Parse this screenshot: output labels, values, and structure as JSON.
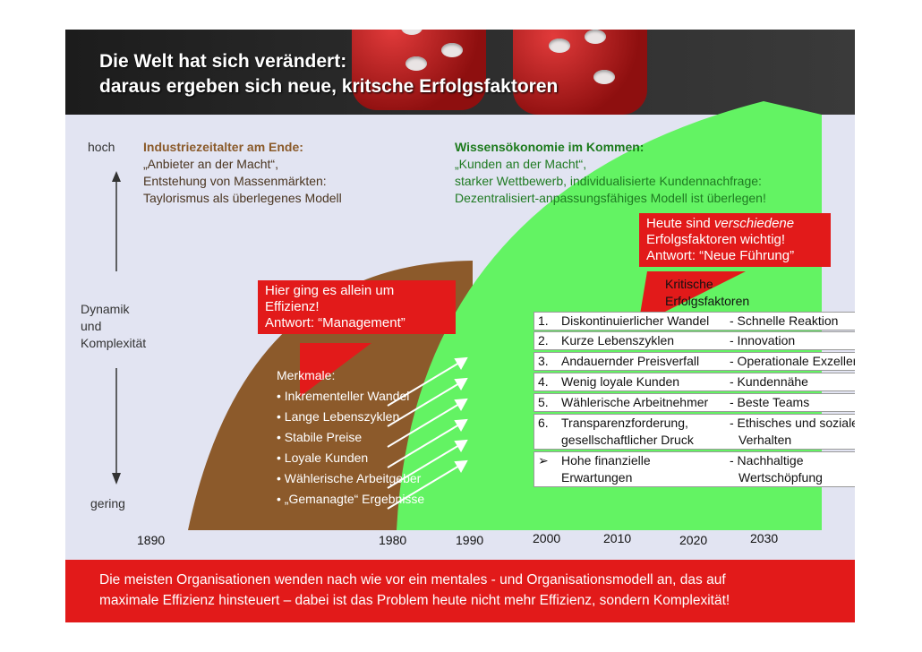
{
  "title_line1": "Die Welt hat sich verändert:",
  "title_line2": "daraus ergeben sich neue, kritsche Erfolgsfaktoren",
  "axis": {
    "top": "hoch",
    "middle1": "Dynamik",
    "middle2": "und",
    "middle3": "Komplexität",
    "bottom": "gering"
  },
  "industrial": {
    "heading": "Industriezeitalter am Ende:",
    "line1": "„Anbieter an der Macht“,",
    "line2": "Entstehung von Massenmärkten:",
    "line3": "Taylorismus als überlegenes Modell"
  },
  "knowledge": {
    "heading": "Wissensökonomie im Kommen:",
    "line1": "„Kunden an der Macht“,",
    "line2": "starker Wettbewerb, individualisierte Kundennachfrage:",
    "line3": "Dezentralisiert-anpassungsfähiges Modell ist überlegen!"
  },
  "callout_left": {
    "line1": "Hier ging es allein um",
    "line2": "Effizienz!",
    "line3": "Antwort: “Management”"
  },
  "callout_right": {
    "line1": "Heute sind ",
    "line1_em": "verschiedene",
    "line2": "Erfolgsfaktoren wichtig!",
    "line3": "Antwort: “Neue Führung”"
  },
  "merkmale": {
    "heading": "Merkmale:",
    "items": [
      "Inkrementeller Wandel",
      "Lange Lebenszyklen",
      "Stabile Preise",
      "Loyale Kunden",
      "Wählerische Arbeitgeber",
      "„Gemanagte“ Ergebnisse"
    ]
  },
  "critical_heading1": "Kritische",
  "critical_heading2": "Erfolgsfaktoren",
  "factors": [
    {
      "num": "1.",
      "left": "Diskontinuierlicher Wandel",
      "right": "- Schnelle Reaktion"
    },
    {
      "num": "2.",
      "left": "Kurze Lebenszyklen",
      "right": "- Innovation"
    },
    {
      "num": "3.",
      "left": "Andauernder Preisverfall",
      "right": "- Operationale Exzellenz"
    },
    {
      "num": "4.",
      "left": "Wenig loyale Kunden",
      "right": "- Kundennähe"
    },
    {
      "num": "5.",
      "left": "Wählerische Arbeitnehmer",
      "right": "- Beste Teams"
    },
    {
      "num": "6.",
      "left": "Transparenzforderung,",
      "left2": "gesellschaftlicher Druck",
      "right": "- Ethisches und soziales",
      "right2": "Verhalten"
    },
    {
      "num": "➢",
      "left": "Hohe finanzielle",
      "left2": "Erwartungen",
      "right": "- Nachhaltige",
      "right2": "Wertschöpfung"
    }
  ],
  "years": [
    "1890",
    "1980",
    "1990",
    "2000",
    "2010",
    "2020",
    "2030"
  ],
  "footer_line1": "Die meisten Organisationen wenden nach wie vor ein mentales - und Organisationsmodell an, das auf",
  "footer_line2": "maximale Effizienz  hinsteuert – dabei ist das Problem heute nicht mehr Effizienz, sondern Komplexität!",
  "colors": {
    "red": "#e21a1a",
    "green": "#63f363",
    "brown": "#8c5a2b",
    "background": "#e2e4f2"
  }
}
